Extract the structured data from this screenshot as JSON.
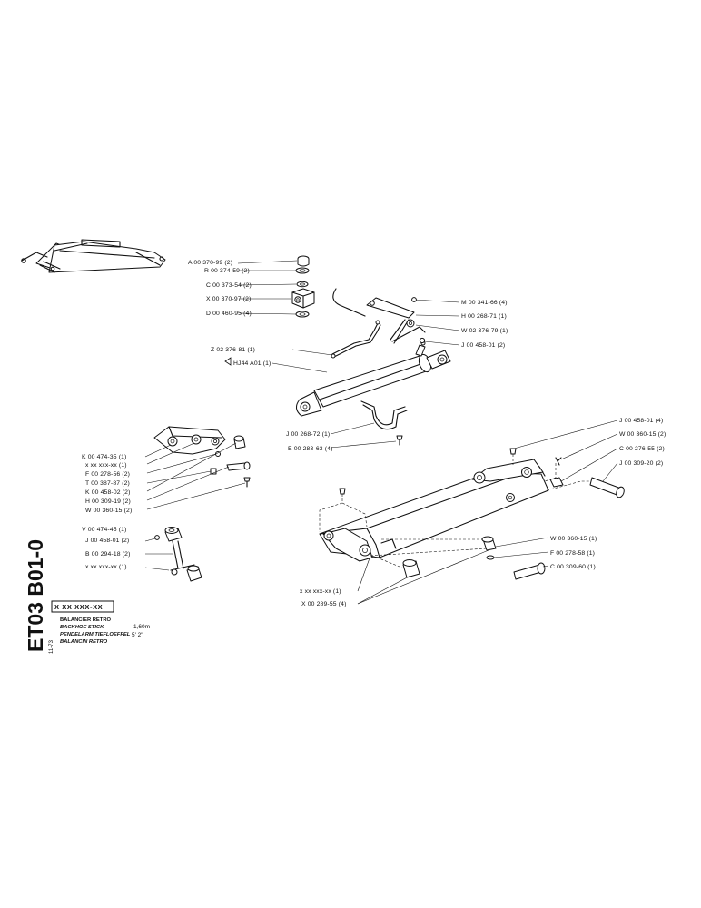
{
  "sheet": {
    "code": "ET03 B01-0",
    "date": "11-73",
    "part_number_box": "X XX XXX-XX",
    "titles": [
      "BALANCIER RETRO",
      "BACKHOE STICK",
      "PENDELARM TIEFLOEFFEL",
      "BALANCIN RETRO"
    ],
    "sizes": [
      "1,60m",
      "5' 2\""
    ]
  },
  "callouts": {
    "valve_group": [
      "A 00 370-99 (2)",
      "R 00 374-59 (2)",
      "C 00 373-54 (2)",
      "X 00 370-97 (2)",
      "D 00 460-95 (4)"
    ],
    "hose_group": [
      "M 00 341-66 (4)",
      "H 00 268-71 (1)",
      "W 02 376-79 (1)",
      "J 00 458-01 (2)"
    ],
    "pipe": "Z 02 376-81 (1)",
    "cylinder": "HJ44 A01 (1)",
    "clamp_group": [
      "J 00 268-72 (1)",
      "E 00 283-63 (4)"
    ],
    "bracket_group": [
      "K 00 474-35 (1)",
      "x xx xxx-xx (1)",
      "F 00 278-56 (2)",
      "T 00 387-87 (2)",
      "K 00 458-02 (2)",
      "H 00 309-19 (2)",
      "W 00 360-15 (2)"
    ],
    "link_group": [
      "V 00 474-45 (1)",
      "J 00 458-01 (2)",
      "B 00 294-18 (2)",
      "x xx xxx-xx (1)"
    ],
    "stick_top_group": [
      "J 00 458-01 (4)",
      "W 00 360-15 (2)",
      "C 00 276-55 (2)",
      "J 00 309-20 (2)"
    ],
    "stick_right_group": [
      "W 00 360-15 (1)",
      "F 00 278-58 (1)",
      "C 00 309-60 (1)"
    ],
    "stick_bottom_group": [
      "x xx xxx-xx (1)",
      "X 00 289-55 (4)"
    ]
  }
}
